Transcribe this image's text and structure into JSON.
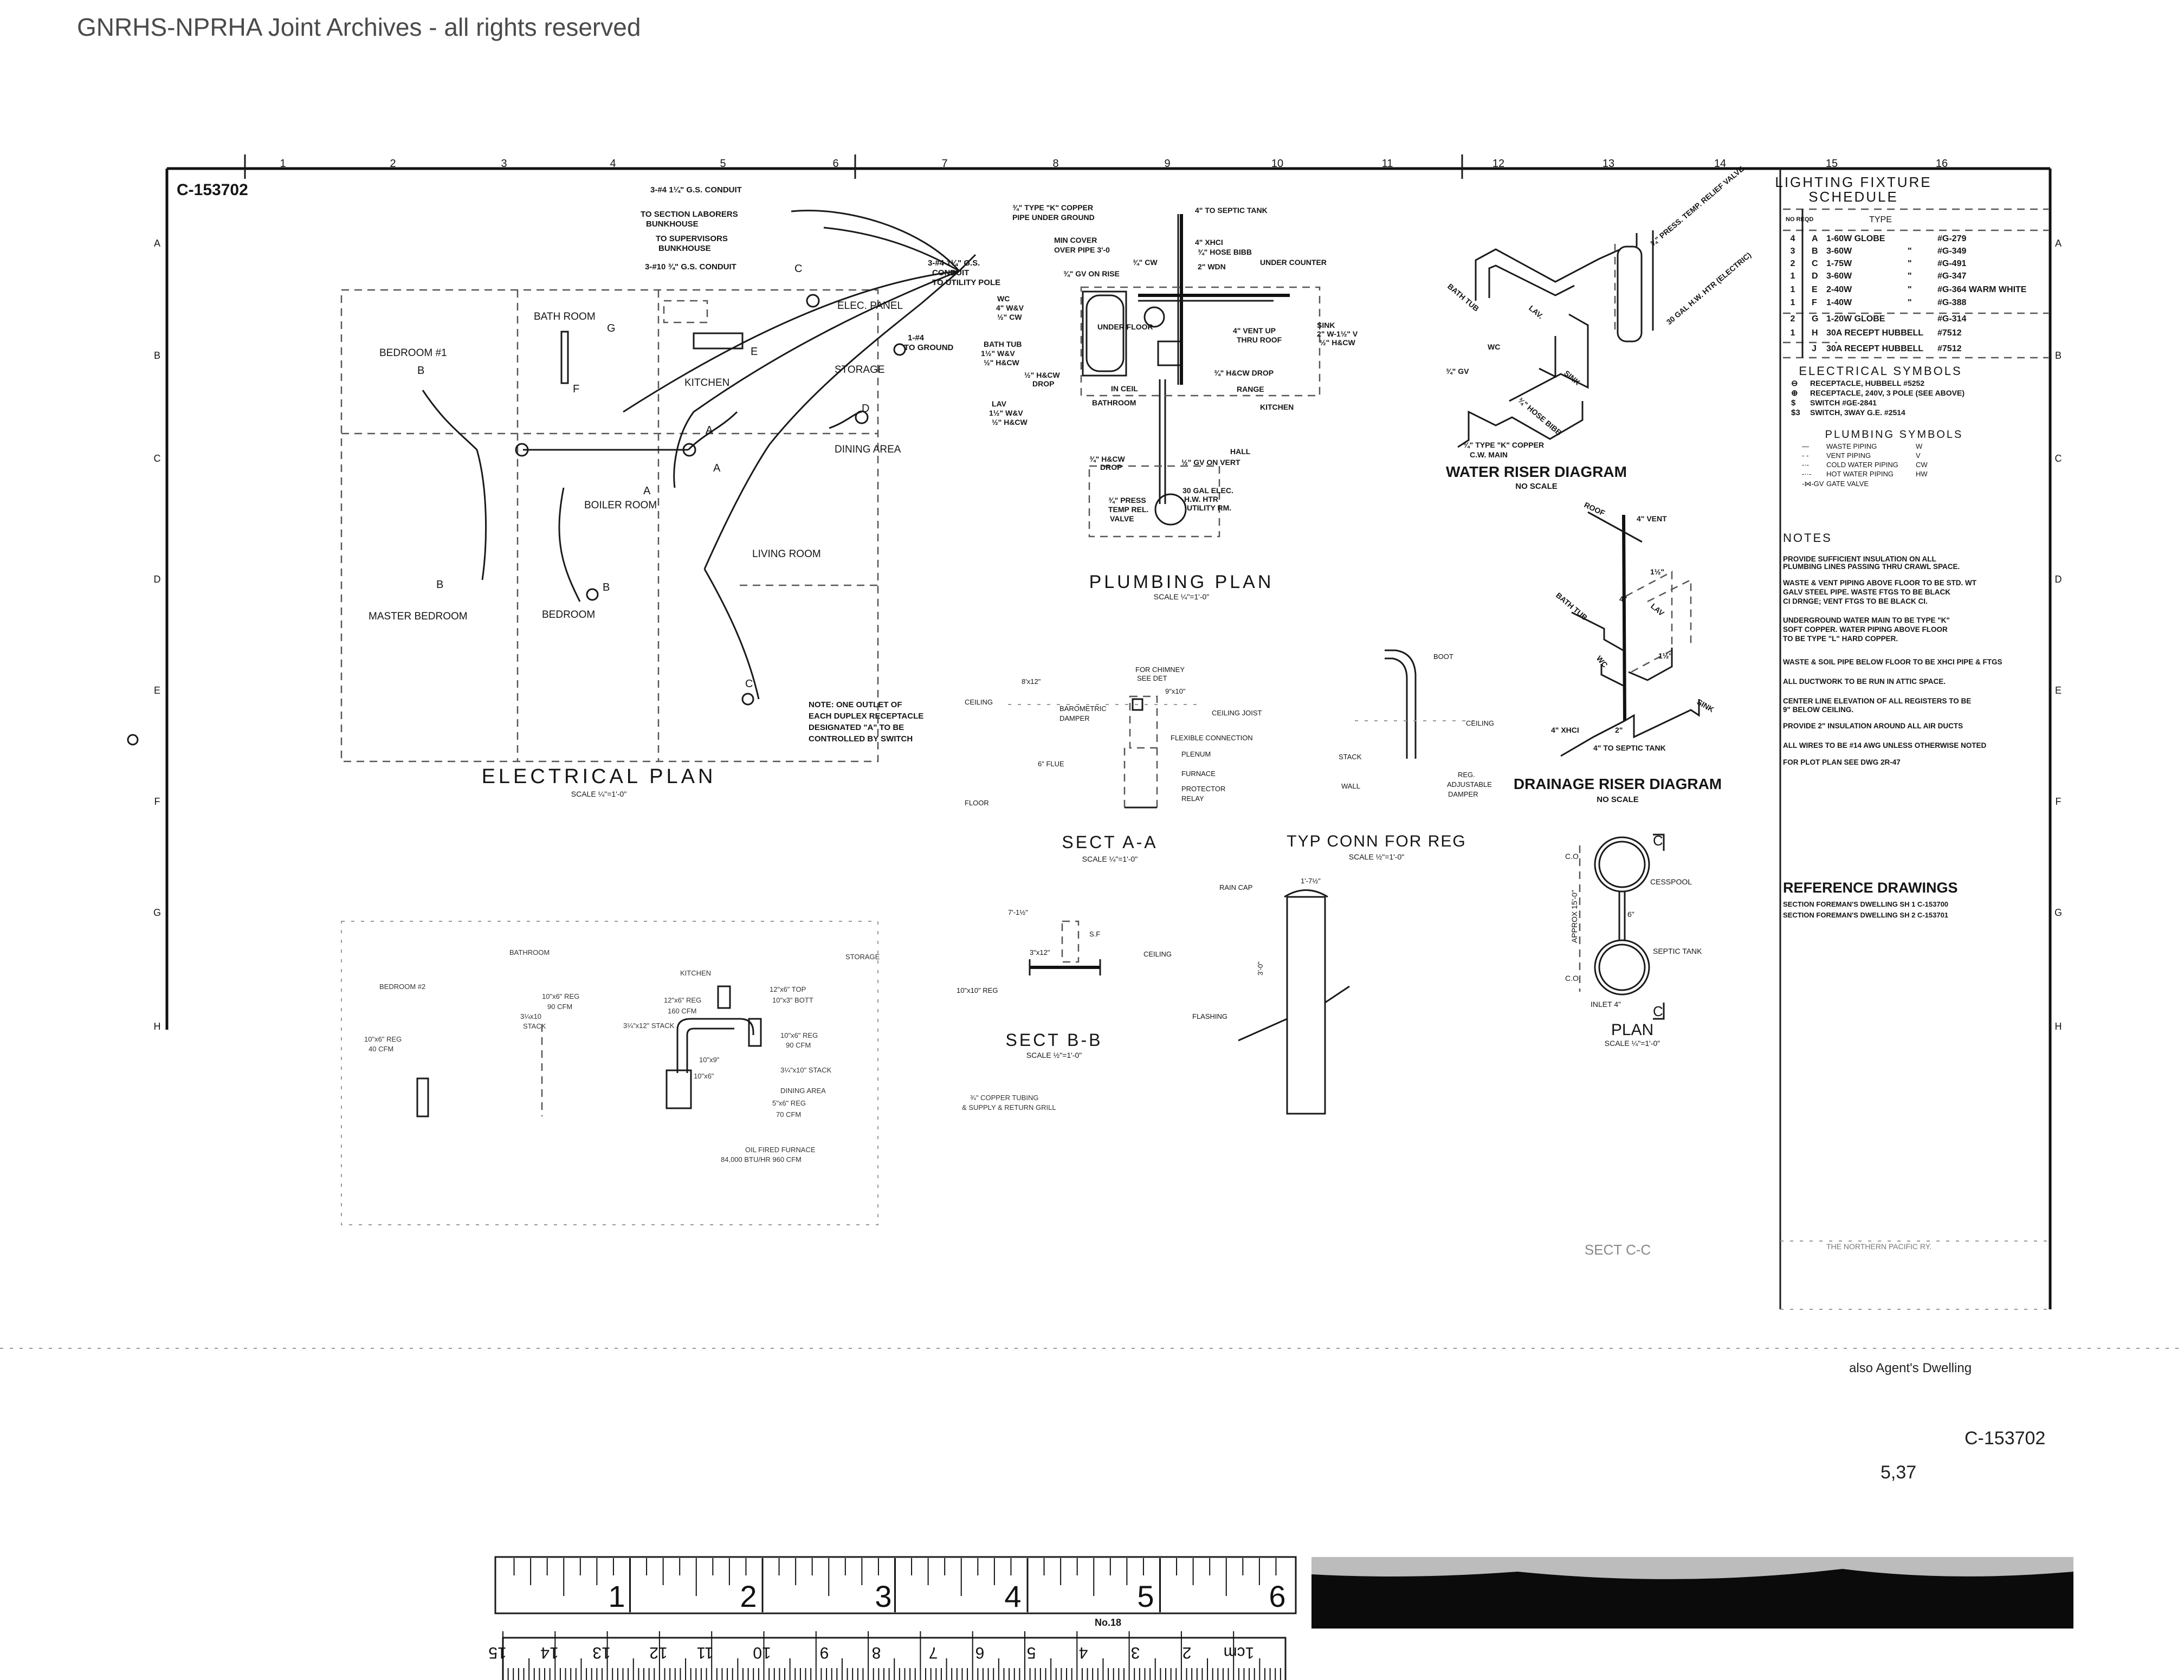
{
  "header": {
    "watermark": "GNRHS-NPRHA Joint Archives - all rights reserved"
  },
  "sheet": {
    "drawing_number": "C-153702",
    "grid_columns": [
      "1",
      "2",
      "3",
      "4",
      "5",
      "6",
      "7",
      "8",
      "9",
      "10",
      "11",
      "12",
      "13",
      "14",
      "15",
      "16"
    ],
    "grid_rows": [
      "A",
      "B",
      "C",
      "D",
      "E",
      "F",
      "G",
      "H"
    ],
    "title_block_line": "THE NORTHERN PACIFIC RY.",
    "section_cc": "SECT C-C"
  },
  "electrical_plan": {
    "title": "ELECTRICAL PLAN",
    "scale": "SCALE ¼\"=1'-0\"",
    "rooms": [
      "BEDROOM #1",
      "BATH ROOM",
      "KITCHEN",
      "STORAGE",
      "DINING AREA",
      "BOILER ROOM",
      "LIVING ROOM",
      "MASTER BEDROOM",
      "BEDROOM",
      "ELEC. PANEL"
    ],
    "callouts": [
      "3-#4 1¼\" G.S. CONDUIT",
      "TO SECTION LABORERS",
      "BUNKHOUSE",
      "TO SUPERVISORS",
      "BUNKHOUSE",
      "3-#10 ¾\" G.S. CONDUIT",
      "3-#4 1¼\" G.S.",
      "CONDUIT",
      "TO UTILITY POLE",
      "1-#4",
      "TO GROUND"
    ],
    "fixture_marks": [
      "G",
      "E",
      "F",
      "B",
      "C",
      "A",
      "D",
      "A",
      "A",
      "B",
      "B",
      "C"
    ],
    "note": [
      "NOTE: ONE OUTLET OF",
      "EACH DUPLEX RECEPTACLE",
      "DESIGNATED \"A\" TO BE",
      "CONTROLLED BY SWITCH"
    ]
  },
  "plumbing_plan": {
    "title": "PLUMBING PLAN",
    "scale": "SCALE ¼\"=1'-0\"",
    "labels": [
      "¾\" TYPE \"K\" COPPER",
      "PIPE UNDER GROUND",
      "4\" TO SEPTIC TANK",
      "MIN COVER",
      "OVER PIPE 3'-0",
      "4\" XHCI",
      "¾\" HOSE BIBB",
      "UNDER COUNTER",
      "¾\" CW",
      "2\" WDN",
      "¾\" GV ON RISE",
      "WC",
      "4\" W&V",
      "½\" CW",
      "BATH TUB",
      "1½\" W&V",
      "½\" H&CW",
      "½\" H&CW",
      "DROP",
      "LAV",
      "1½\" W&V",
      "½\" H&CW",
      "UNDER FLOOR",
      "4\" VENT UP",
      "THRU ROOF",
      "SINK",
      "2\" W-1½\" V",
      "½\" H&CW",
      "¾\" H&CW DROP",
      "RANGE",
      "IN CEIL",
      "BATHROOM",
      "KITCHEN",
      "HALL",
      "½\" GV ON VERT",
      "¾\" H&CW",
      "DROP",
      "30 GAL ELEC.",
      "H.W. HTR",
      "UTILITY RM.",
      "¾\" PRESS",
      "TEMP REL.",
      "VALVE"
    ]
  },
  "water_riser": {
    "title": "WATER RISER DIAGRAM",
    "scale": "NO SCALE",
    "labels": [
      "¾\" PRESS. TEMP. RELIEF VALVE",
      "30 GAL H.W. HTR (ELECTRIC)",
      "BATH TUB",
      "LAV.",
      "WC",
      "SINK",
      "¾\" GV",
      "¾\" HOSE BIBB",
      "¾\" TYPE \"K\" COPPER",
      "C.W. MAIN"
    ]
  },
  "drainage_riser": {
    "title": "DRAINAGE RISER DIAGRAM",
    "scale": "NO SCALE",
    "labels": [
      "ROOF",
      "4\" VENT",
      "BATH TUB",
      "LAV",
      "WC",
      "SINK",
      "4\" XHCI",
      "4\" TO SEPTIC TANK",
      "1½\"",
      "4\"",
      "1½\"",
      "2\""
    ]
  },
  "sect_aa": {
    "title": "SECT A-A",
    "scale": "SCALE ¼\"=1'-0\"",
    "labels": [
      "FOR CHIMNEY",
      "SEE DET",
      "CEILING JOIST",
      "BAROMETRIC",
      "DAMPER",
      "FLEXIBLE CONNECTION",
      "PLENUM",
      "FURNACE",
      "PROTECTOR",
      "RELAY",
      "6\" FLUE",
      "CEILING",
      "FLOOR",
      "9\"x10\"",
      "8'x12\""
    ]
  },
  "typ_conn": {
    "title": "TYP CONN FOR REG",
    "scale": "SCALE ½\"=1'-0\"",
    "labels": [
      "BOOT",
      "CEILING",
      "STACK",
      "WALL",
      "REG.",
      "ADJUSTABLE",
      "DAMPER"
    ]
  },
  "septic_plan": {
    "title": "PLAN",
    "scale": "SCALE ¼\"=1'-0\"",
    "labels": [
      "C.O",
      "CESSPOOL",
      "SEPTIC TANK",
      "APPROX 15'-0\"",
      "C.O",
      "INLET 4\"",
      "C",
      "C",
      "6\""
    ]
  },
  "sect_bb": {
    "title": "SECT B-B",
    "scale": "SCALE ½\"=1'-0\"",
    "labels": [
      "7'-1½\"",
      "S.F",
      "CEILING",
      "3\"x12\"",
      "10\"x10\" REG",
      "RAIN CAP",
      "FLASHING",
      "1'-7½\"",
      "3'-0\""
    ]
  },
  "hvac_plan": {
    "labels": [
      "BATHROOM",
      "KITCHEN",
      "STORAGE",
      "BEDROOM #2",
      "10\"x6\" REG",
      "90 CFM",
      "12\"x6\" REG",
      "160 CFM",
      "12\"x6\" TOP",
      "10\"x3\" BOTT",
      "3¼x10",
      "STACK",
      "3¼\"x12\" STACK",
      "10\"x6\" REG",
      "40 CFM",
      "10\"x6\" REG",
      "90 CFM",
      "3¼\"x10\" STACK",
      "DINING AREA",
      "5\"x6\" REG",
      "70 CFM",
      "OIL FIRED FURNACE",
      "84,000 BTU/HR 960 CFM",
      "¾\" COPPER TUBING",
      "& SUPPLY & RETURN GRILL",
      "10\"x9\"",
      "10\"x6\""
    ]
  },
  "lighting_schedule": {
    "title": [
      "LIGHTING FIXTURE",
      "SCHEDULE"
    ],
    "col_no": "NO REQD",
    "col_type": "TYPE",
    "rows": [
      {
        "no": "4",
        "mark": "A",
        "type": "1-60W GLOBE",
        "ditto": "",
        "cat": "#G-279"
      },
      {
        "no": "3",
        "mark": "B",
        "type": "3-60W",
        "ditto": "\"",
        "cat": "#G-349"
      },
      {
        "no": "2",
        "mark": "C",
        "type": "1-75W",
        "ditto": "\"",
        "cat": "#G-491"
      },
      {
        "no": "1",
        "mark": "D",
        "type": "3-60W",
        "ditto": "\"",
        "cat": "#G-347"
      },
      {
        "no": "1",
        "mark": "E",
        "type": "2-40W",
        "ditto": "\"",
        "cat": "#G-364 WARM WHITE"
      },
      {
        "no": "1",
        "mark": "F",
        "type": "1-40W",
        "ditto": "\"",
        "cat": "#G-388"
      },
      {
        "no": "2",
        "mark": "G",
        "type": "1-20W GLOBE",
        "ditto": "",
        "cat": "#G-314"
      },
      {
        "no": "1",
        "mark": "H",
        "type": "30A RECEPT HUBBELL",
        "ditto": "",
        "cat": "#7512"
      },
      {
        "no": "",
        "mark": "J",
        "type": "30A RECEPT HUBBELL",
        "ditto": "",
        "cat": "#7512"
      }
    ]
  },
  "electrical_symbols": {
    "title": "ELECTRICAL SYMBOLS",
    "items": [
      {
        "sym": "⊖",
        "text": "RECEPTACLE, HUBBELL #5252"
      },
      {
        "sym": "⊕",
        "text": "RECEPTACLE, 240V, 3 POLE (SEE ABOVE)"
      },
      {
        "sym": "$",
        "text": "SWITCH #GE-2841"
      },
      {
        "sym": "$3",
        "text": "SWITCH, 3WAY G.E. #2514"
      }
    ]
  },
  "plumbing_symbols": {
    "title": "PLUMBING SYMBOLS",
    "items": [
      {
        "sym": "—",
        "text": "WASTE PIPING",
        "code": "W"
      },
      {
        "sym": "- -",
        "text": "VENT PIPING",
        "code": "V"
      },
      {
        "sym": "-·-",
        "text": "COLD WATER PIPING",
        "code": "CW"
      },
      {
        "sym": "-··-",
        "text": "HOT WATER PIPING",
        "code": "HW"
      },
      {
        "sym": "-⋈-GV",
        "text": "GATE VALVE",
        "code": ""
      }
    ]
  },
  "notes": {
    "title": "NOTES",
    "items": [
      [
        "PROVIDE SUFFICIENT INSULATION ON ALL",
        "PLUMBING LINES PASSING THRU CRAWL SPACE."
      ],
      [
        "WASTE & VENT PIPING ABOVE FLOOR TO BE STD. WT",
        "GALV STEEL PIPE. WASTE FTGS TO BE BLACK",
        "CI DRNGE; VENT FTGS TO BE BLACK CI."
      ],
      [
        "UNDERGROUND WATER MAIN TO BE TYPE \"K\"",
        "SOFT COPPER. WATER PIPING ABOVE FLOOR",
        "TO BE TYPE \"L\" HARD COPPER."
      ],
      [
        "WASTE & SOIL PIPE BELOW FLOOR TO BE XHCI PIPE & FTGS"
      ],
      [
        "ALL DUCTWORK TO BE RUN IN ATTIC SPACE."
      ],
      [
        "CENTER LINE ELEVATION OF ALL REGISTERS TO BE",
        "9\" BELOW CEILING."
      ],
      [
        "PROVIDE 2\" INSULATION AROUND ALL AIR DUCTS"
      ],
      [
        "ALL WIRES TO BE #14 AWG UNLESS OTHERWISE NOTED"
      ],
      [
        "FOR PLOT PLAN SEE DWG 2R-47"
      ]
    ]
  },
  "reference_drawings": {
    "title": "REFERENCE DRAWINGS",
    "items": [
      "SECTION FOREMAN'S DWELLING SH 1 C-153700",
      "SECTION FOREMAN'S DWELLING SH 2 C-153701"
    ]
  },
  "annotations": {
    "also": "also Agent's Dwelling",
    "handwritten_number": "C-153702",
    "sheet_count": "5,37"
  },
  "ruler": {
    "inches": [
      "1",
      "2",
      "3",
      "4",
      "5",
      "6"
    ],
    "cm": [
      "15",
      "14",
      "13",
      "12",
      "11",
      "10",
      "9",
      "8",
      "7",
      "6",
      "5",
      "4",
      "3",
      "2",
      "1cm"
    ],
    "model": "No.18"
  }
}
